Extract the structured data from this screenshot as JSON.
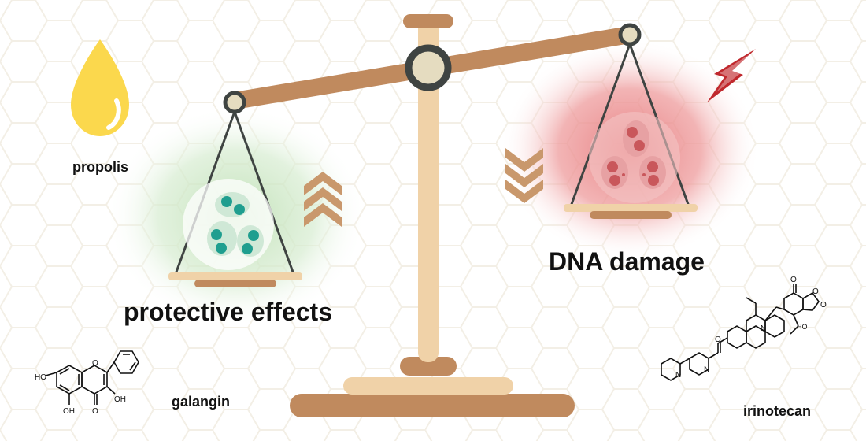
{
  "labels": {
    "propolis": "propolis",
    "galangin": "galangin",
    "irinotecan": "irinotecan",
    "protective_effects": "protective effects",
    "dna_damage": "DNA damage"
  },
  "galangin_atoms": {
    "oh_top": "HO",
    "oh_right": "OH",
    "oh_bottom": "OH",
    "o_ring": "O",
    "o_keto": "O"
  },
  "irinotecan_atoms": {
    "o1": "O",
    "o2": "O",
    "o3": "O",
    "o4": "O",
    "n1": "N",
    "n2": "N",
    "n3": "N",
    "oh": "HO"
  },
  "icons": {
    "drop": "oil-drop-icon",
    "lightning": "lightning-icon",
    "up_chevrons": "up-chevrons-icon",
    "down_chevrons": "down-chevrons-icon"
  },
  "colors": {
    "beam": "#c08a5e",
    "post": "#f0d2a8",
    "pivot": "#3f4442",
    "drop": "#fbd84d",
    "green_glow": "#bfe0b5",
    "red_glow": "#e77b7d",
    "teal": "#1f9e8f"
  }
}
